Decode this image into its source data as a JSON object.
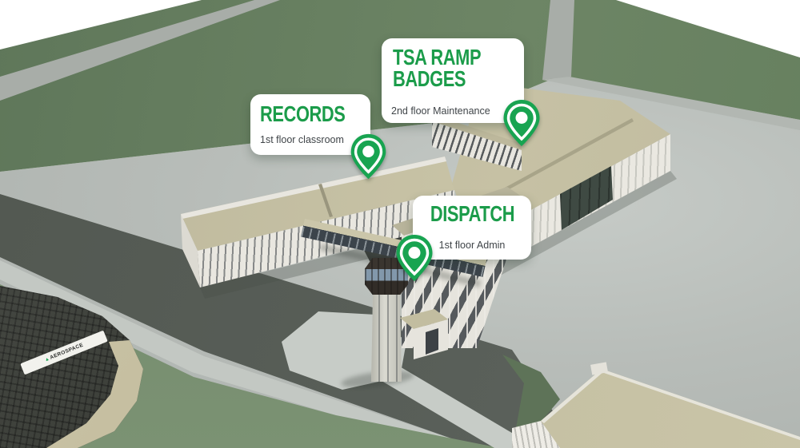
{
  "app": {
    "name": "campus-wayfinding-map"
  },
  "markers": {
    "records": {
      "title": "RECORDS",
      "subtitle": "1st floor classroom"
    },
    "tsa": {
      "title_line1": "TSA RAMP",
      "title_line2": "BADGES",
      "subtitle": "2nd floor Maintenance"
    },
    "dispatch": {
      "title": "DISPATCH",
      "subtitle": "1st floor Admin"
    }
  },
  "map": {
    "hangar_banner_text": "AEROSPACE"
  },
  "icons": {
    "location_pin": "map-pin-teardrop",
    "hangar_logo_mark": "▲"
  },
  "colors": {
    "marker_green": "#18a451",
    "title_green": "#1b9c4a",
    "subtitle_gray": "#3f4448",
    "card_bg": "#ffffff",
    "grass": "#68805f",
    "grass_light": "#758c6d",
    "road_dark": "#575d57",
    "pavement": "#b8bdb9",
    "roof_tan": "#c3bea1",
    "wall_white": "#e9e7e0",
    "hangar_dark": "#3a3d37"
  }
}
